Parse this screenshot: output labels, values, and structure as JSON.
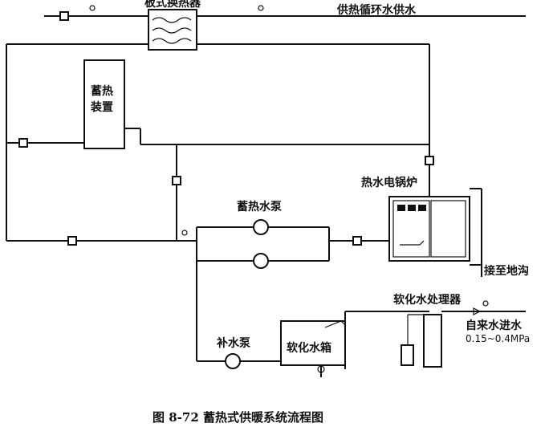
{
  "labels": {
    "plate_exchanger": "板式换热器",
    "supply": "供热循环水供水",
    "storage_device": "蓄热装置",
    "boiler": "热水电锅炉",
    "storage_pump": "蓄热水泵",
    "drain": "接至地沟",
    "softener": "软化水处理器",
    "tap_water": "自来水进水",
    "pressure": "0.15~0.4MPa",
    "makeup_pump": "补水泵",
    "soft_tank": "软化水箱"
  },
  "caption": "图 8-72    蓄热式供暖系统流程图"
}
